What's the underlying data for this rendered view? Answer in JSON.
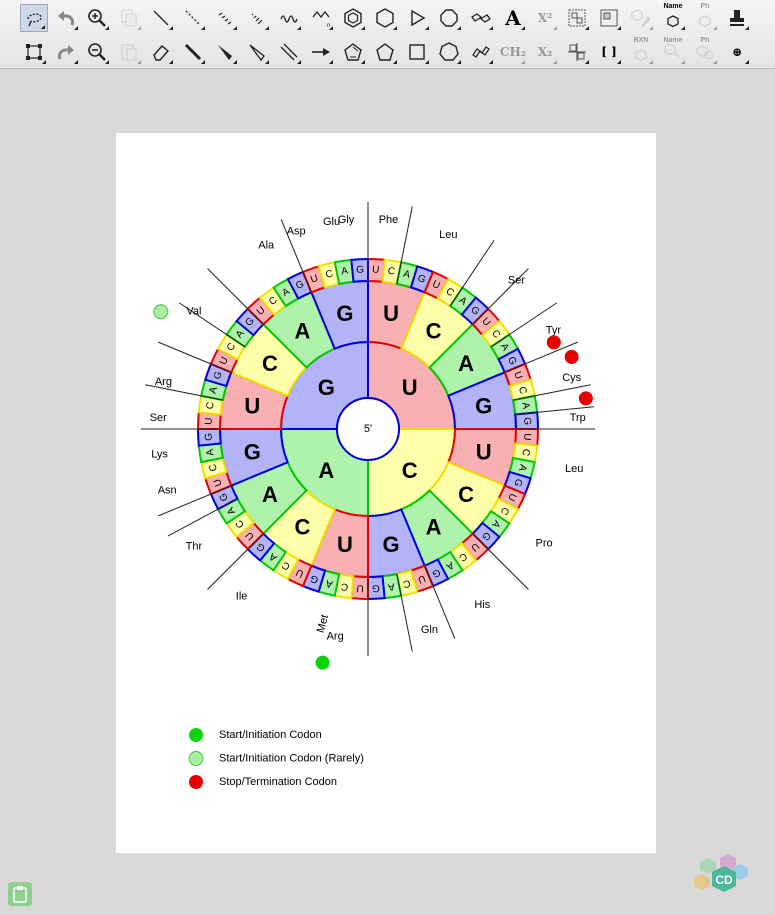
{
  "toolbar": {
    "row1": [
      {
        "name": "lasso-tool",
        "icon": "lasso-icon",
        "selected": true
      },
      {
        "name": "undo-button",
        "icon": "undo-icon"
      },
      {
        "name": "zoom-in-button",
        "icon": "zoom-in-icon"
      },
      {
        "name": "copy-button",
        "icon": "copy-icon",
        "disabled": true
      },
      {
        "name": "single-bond-tool",
        "icon": "single-bond-icon"
      },
      {
        "name": "dashed-bond-tool",
        "icon": "dashed-bond-icon"
      },
      {
        "name": "hashed-bond-tool",
        "icon": "hashed-bond-icon"
      },
      {
        "name": "hashed-wedge-tool",
        "icon": "hashed-wedge-icon"
      },
      {
        "name": "wavy-bond-tool",
        "icon": "wavy-bond-icon"
      },
      {
        "name": "chain-tool",
        "icon": "chain-icon"
      },
      {
        "name": "benzene-tool",
        "icon": "benzene-icon"
      },
      {
        "name": "cyclohexane-tool",
        "icon": "cyclohexane-icon"
      },
      {
        "name": "cyclopropane-tool",
        "icon": "cyclopropane-icon"
      },
      {
        "name": "cyclooctane-tool",
        "icon": "cyclooctane-icon"
      },
      {
        "name": "chair-tool",
        "icon": "chair-icon"
      },
      {
        "name": "text-tool",
        "icon": "text-icon",
        "text": "A"
      },
      {
        "name": "superscript-button",
        "icon": "superscript-icon",
        "text": "X²",
        "disabled": true
      },
      {
        "name": "group-button",
        "icon": "group-icon"
      },
      {
        "name": "ungroup-button",
        "icon": "ungroup-icon"
      },
      {
        "name": "clean-structure-button",
        "icon": "clean-icon",
        "disabled": true
      },
      {
        "name": "name-to-structure-button",
        "icon": "name-structure-icon",
        "text": "Name"
      },
      {
        "name": "ph-structure-button",
        "icon": "ph-icon",
        "text": "Ph",
        "disabled": true
      },
      {
        "name": "stamp-tool",
        "icon": "stamp-icon"
      }
    ],
    "row2": [
      {
        "name": "marquee-tool",
        "icon": "marquee-icon"
      },
      {
        "name": "redo-button",
        "icon": "redo-icon"
      },
      {
        "name": "zoom-out-button",
        "icon": "zoom-out-icon"
      },
      {
        "name": "paste-button",
        "icon": "paste-icon",
        "disabled": true
      },
      {
        "name": "eraser-tool",
        "icon": "eraser-icon"
      },
      {
        "name": "bold-bond-tool",
        "icon": "bold-bond-icon"
      },
      {
        "name": "wedge-bond-tool",
        "icon": "wedge-bond-icon"
      },
      {
        "name": "hollow-wedge-tool",
        "icon": "hollow-wedge-icon"
      },
      {
        "name": "double-bond-tool",
        "icon": "double-bond-icon"
      },
      {
        "name": "arrow-tool",
        "icon": "arrow-icon"
      },
      {
        "name": "cyclopentadiene-tool",
        "icon": "cyclopentadiene-icon"
      },
      {
        "name": "cyclopentane-tool",
        "icon": "cyclopentane-icon"
      },
      {
        "name": "cyclobutane-tool",
        "icon": "cyclobutane-icon"
      },
      {
        "name": "cycloheptane-tool",
        "icon": "cycloheptane-icon"
      },
      {
        "name": "chain-shape-tool",
        "icon": "ribbon-icon"
      },
      {
        "name": "ch2-button",
        "icon": "ch2-icon",
        "text": "CH₂",
        "disabled": true
      },
      {
        "name": "subscript-button",
        "icon": "subscript-icon",
        "text": "X₂",
        "disabled": true
      },
      {
        "name": "align-button",
        "icon": "align-icon"
      },
      {
        "name": "bracket-tool",
        "icon": "bracket-icon",
        "text": "[ ]"
      },
      {
        "name": "reaction-clean-button",
        "icon": "rxn-icon",
        "text": "RXN",
        "disabled": true
      },
      {
        "name": "structure-to-name-button",
        "icon": "structure-name-icon",
        "text": "Name",
        "disabled": true
      },
      {
        "name": "ph-name-button",
        "icon": "ph-name-icon",
        "text": "Ph",
        "disabled": true
      },
      {
        "name": "charge-tool",
        "icon": "charge-plus-icon",
        "text": "⊕"
      }
    ]
  },
  "wheel": {
    "center_label": "5'",
    "colors": {
      "U": "#f9b0b3",
      "C": "#ffffaa",
      "A": "#aef2ab",
      "G": "#b3b3f7"
    },
    "borders": {
      "U": "#e30000",
      "C": "#f0e000",
      "A": "#00c800",
      "G": "#0000dd"
    },
    "inner": [
      "U",
      "C",
      "A",
      "G"
    ],
    "middle": [
      "U",
      "C",
      "A",
      "G",
      "U",
      "C",
      "A",
      "G",
      "U",
      "C",
      "A",
      "G",
      "U",
      "C",
      "A",
      "G"
    ],
    "outer_seq": [
      "U",
      "C",
      "A",
      "G"
    ],
    "amino_acids": [
      {
        "label": "Phe"
      },
      {
        "label": "Leu"
      },
      {
        "label": "Ser"
      },
      {
        "label": "Tyr"
      },
      {
        "label": "Cys"
      },
      {
        "label": "Trp"
      },
      {
        "label": "Leu"
      },
      {
        "label": "Pro"
      },
      {
        "label": "His"
      },
      {
        "label": "Gln"
      },
      {
        "label": "Arg"
      },
      {
        "label": "Ile"
      },
      {
        "label": "Met"
      },
      {
        "label": "Thr"
      },
      {
        "label": "Asn"
      },
      {
        "label": "Lys"
      },
      {
        "label": "Ser"
      },
      {
        "label": "Arg"
      },
      {
        "label": "Val"
      },
      {
        "label": "Ala"
      },
      {
        "label": "Asp"
      },
      {
        "label": "Glu"
      },
      {
        "label": "Gly"
      }
    ]
  },
  "legend": [
    {
      "label": "Start/Initiation Codon",
      "color": "#0bd40b"
    },
    {
      "label": "Start/Initiation Codon (Rarely)",
      "color": "#a8f0a0"
    },
    {
      "label": "Stop/Termination Codon",
      "color": "#e80000"
    }
  ],
  "footer": {
    "logo_text": "CD"
  }
}
